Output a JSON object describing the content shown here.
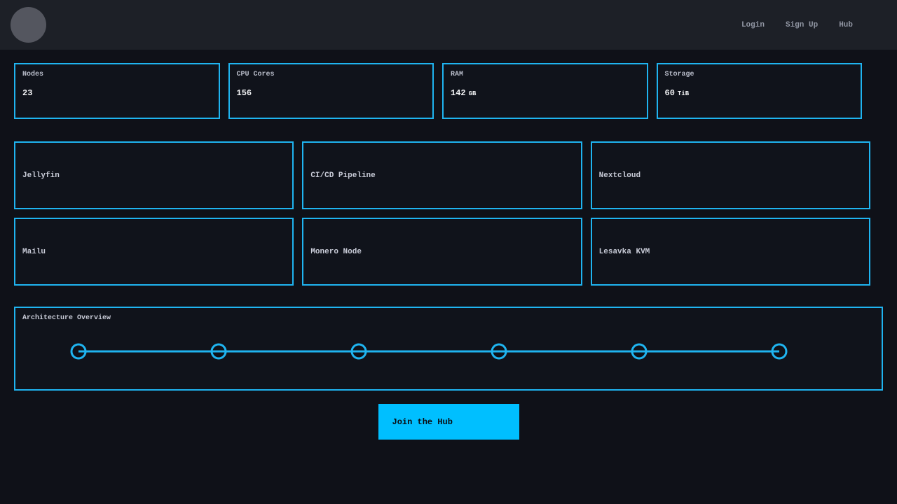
{
  "nav": {
    "links": [
      {
        "label": "Login"
      },
      {
        "label": "Sign Up"
      },
      {
        "label": "Hub"
      }
    ]
  },
  "stats": [
    {
      "label": "Nodes",
      "value": "23",
      "unit": ""
    },
    {
      "label": "CPU Cores",
      "value": "156",
      "unit": ""
    },
    {
      "label": "RAM",
      "value": "142",
      "unit": "GB"
    },
    {
      "label": "Storage",
      "value": "60",
      "unit": "TiB"
    }
  ],
  "services": [
    "Jellyfin",
    "CI/CD Pipeline",
    "Nextcloud",
    "Mailu",
    "Monero Node",
    "Lesavka KVM"
  ],
  "architecture": {
    "title": "Architecture Overview",
    "node_count": 6
  },
  "cta": {
    "label": "Join the Hub"
  },
  "colors": {
    "accent": "#00bfff",
    "outline": "#1fb4f0",
    "page_bg": "#0f1118",
    "navbar_bg": "#1d2027"
  }
}
